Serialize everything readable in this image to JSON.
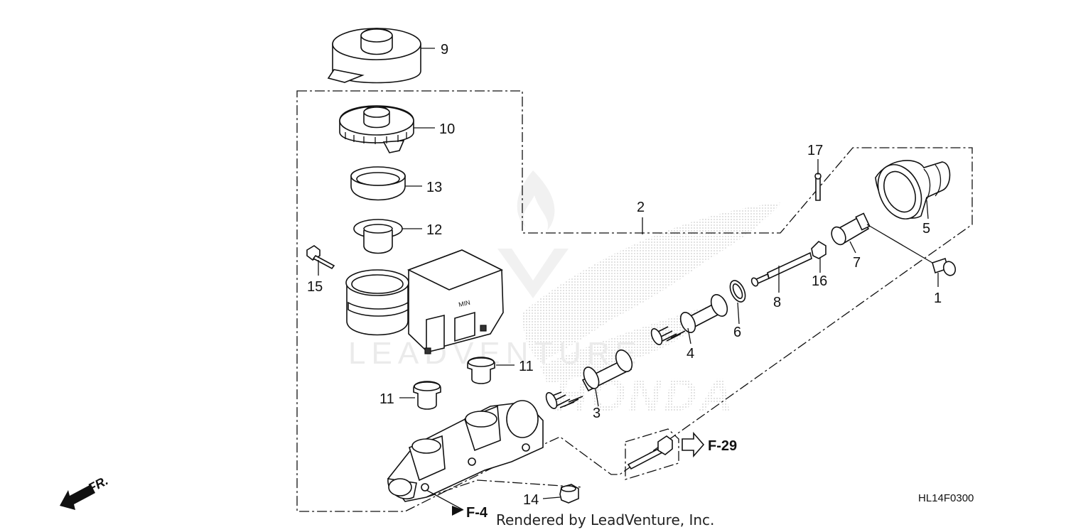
{
  "callouts": {
    "c1": "1",
    "c2": "2",
    "c3": "3",
    "c4": "4",
    "c5": "5",
    "c6": "6",
    "c7": "7",
    "c8": "8",
    "c9": "9",
    "c10": "10",
    "c11a": "11",
    "c11b": "11",
    "c12": "12",
    "c13": "13",
    "c14": "14",
    "c15": "15",
    "c16": "16",
    "c17": "17"
  },
  "references": {
    "f29": "F-29",
    "f4": "F-4"
  },
  "direction_label": "FR.",
  "diagram_code": "HL14F0300",
  "credit": "Rendered by LeadVenture, Inc.",
  "watermark": {
    "brand": "HONDA",
    "dealer": "LEADVENTURE"
  }
}
